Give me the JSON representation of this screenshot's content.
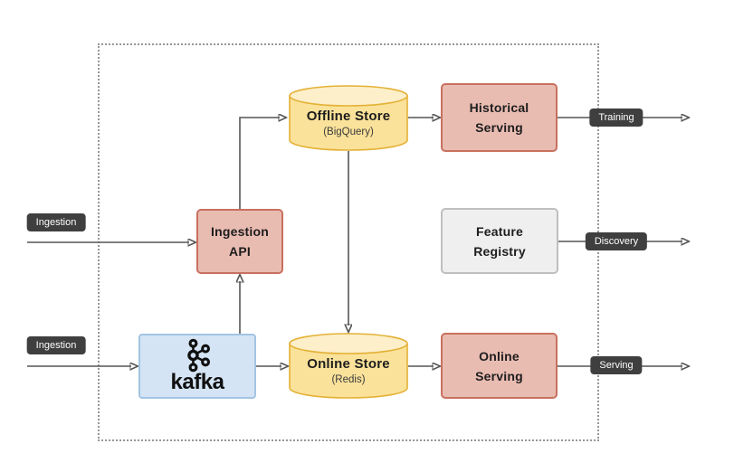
{
  "colors": {
    "pink_fill": "#E9BCB2",
    "pink_border": "#C8705F",
    "yellow_fill": "#FAE29A",
    "yellow_top": "#FCEFC9",
    "yellow_border": "#E4B136",
    "blue_fill": "#D4E4F4",
    "blue_border": "#A3C4E3",
    "gray_fill": "#EFEFEF",
    "gray_border": "#BFBFBF",
    "badge_bg": "#3F3F3F",
    "badge_text": "#FFFFFF",
    "arrow": "#555555",
    "dotted_border": "#979797"
  },
  "inputs": {
    "ingestion_top": "Ingestion",
    "ingestion_bottom": "Ingestion"
  },
  "outputs": {
    "training": "Training",
    "discovery": "Discovery",
    "serving": "Serving"
  },
  "nodes": {
    "ingestion_api": {
      "line1": "Ingestion",
      "line2": "API"
    },
    "kafka": {
      "wordmark": "kafka"
    },
    "offline_store": {
      "title": "Offline Store",
      "subtitle": "(BigQuery)"
    },
    "online_store": {
      "title": "Online Store",
      "subtitle": "(Redis)"
    },
    "historical_serving": {
      "line1": "Historical",
      "line2": "Serving"
    },
    "feature_registry": {
      "line1": "Feature",
      "line2": "Registry"
    },
    "online_serving": {
      "line1": "Online",
      "line2": "Serving"
    }
  }
}
